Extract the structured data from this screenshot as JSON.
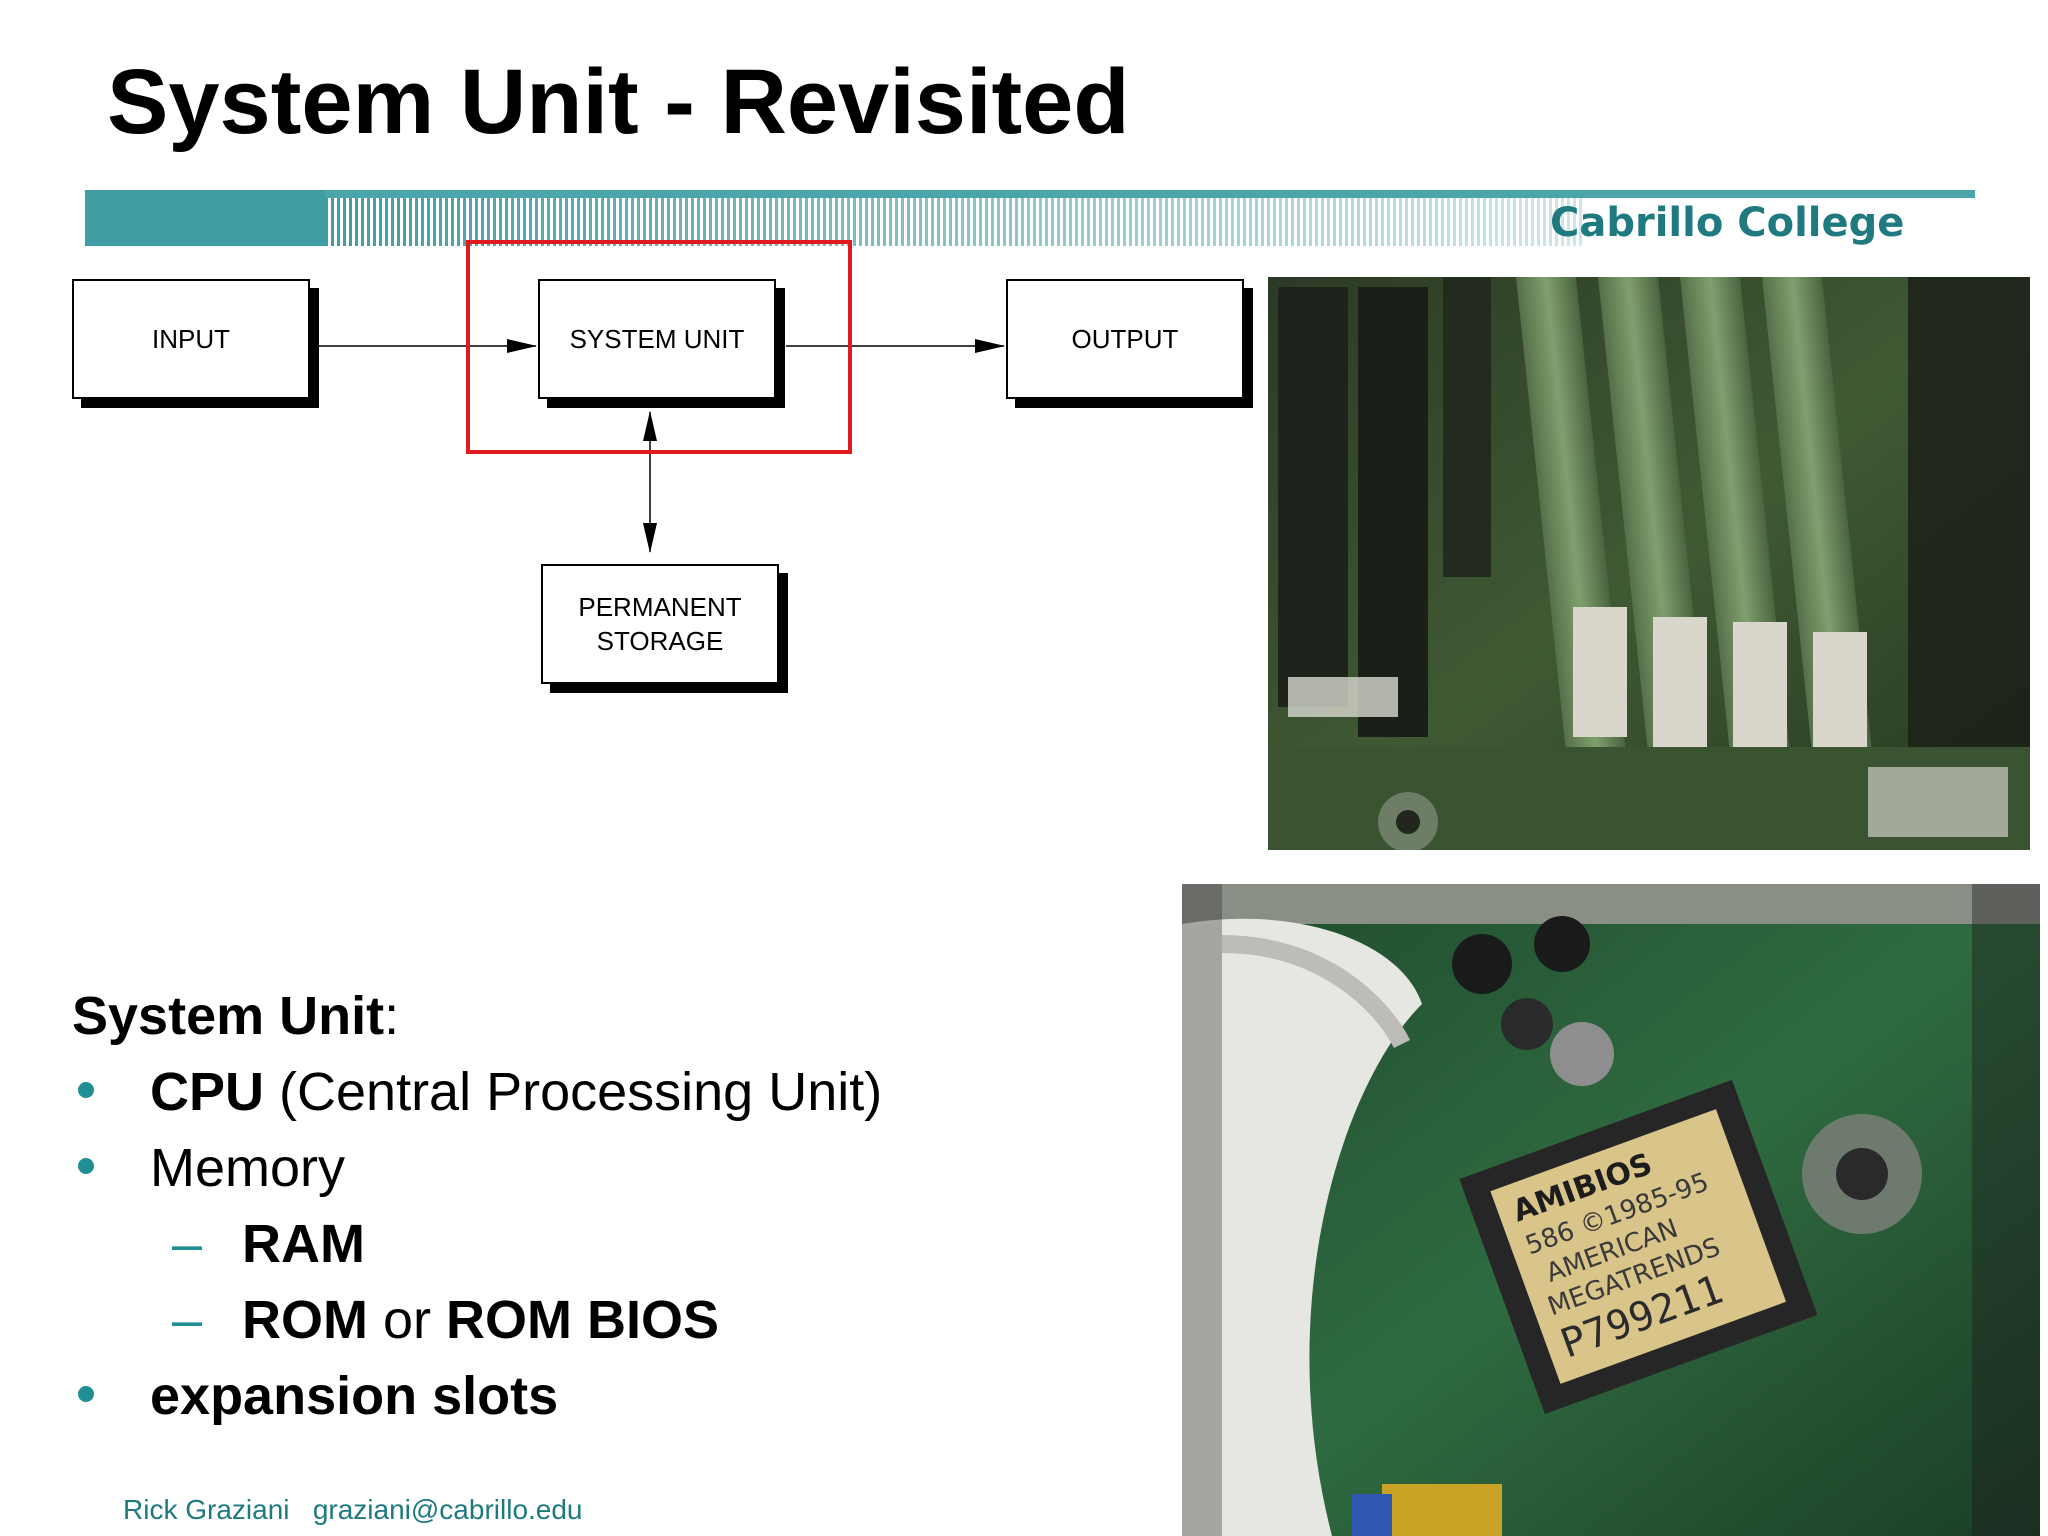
{
  "title": "System Unit - Revisited",
  "banner": {
    "college": "Cabrillo College"
  },
  "diagram": {
    "input": "INPUT",
    "system_unit": "SYSTEM UNIT",
    "output": "OUTPUT",
    "storage_line1": "PERMANENT",
    "storage_line2": "STORAGE"
  },
  "bullets": {
    "heading_bold": "System Unit",
    "heading_colon": ":",
    "cpu_bold": "CPU",
    "cpu_rest": " (Central Processing Unit)",
    "memory": "Memory",
    "ram": "RAM",
    "rom_bold1": "ROM",
    "rom_or": " or ",
    "rom_bold2": "ROM BIOS",
    "expansion": "expansion slots",
    "dash": "–"
  },
  "footer": {
    "name": "Rick Graziani",
    "email": "graziani@cabrillo.edu"
  },
  "chip_label": {
    "line1": "AMIBIOS",
    "line2": "586 ©1985-95",
    "line3": "AMERICAN",
    "line4": "MEGATRENDS",
    "line5": "P799211"
  },
  "colors": {
    "accent": "#1f8f95",
    "highlight": "#e0191f",
    "college": "#1f7a80"
  }
}
